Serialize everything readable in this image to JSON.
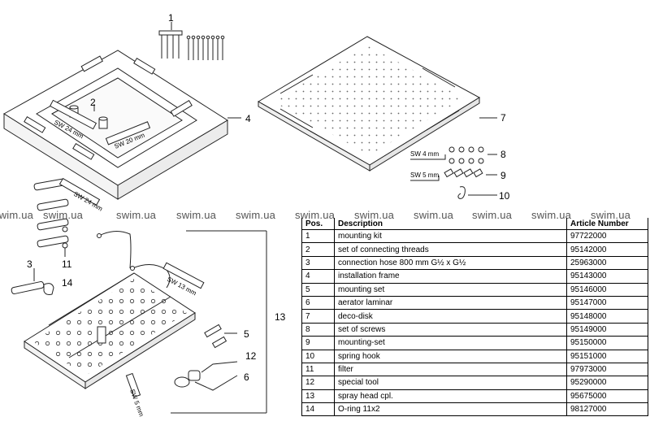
{
  "callouts": {
    "c1": "1",
    "c2": "2",
    "c3": "3",
    "c4": "4",
    "c5": "5",
    "c6": "6",
    "c7": "7",
    "c8": "8",
    "c9": "9",
    "c10": "10",
    "c11": "11",
    "c12": "12",
    "c13": "13",
    "c14": "14"
  },
  "wrench_labels": {
    "sw24_frame": "SW 24 mm",
    "sw20_frame": "SW 20 mm",
    "sw4": "SW 4 mm",
    "sw5_screws": "SW 5 mm",
    "sw24_hoses": "SW 24 mm",
    "sw13": "SW 13 mm",
    "sw5_head": "SW 5 mm"
  },
  "watermarks": [
    "swim.ua",
    "swim.ua",
    "swim.ua",
    "swim.ua",
    "swim.ua",
    "swim.ua",
    "swim.ua",
    "swim.ua",
    "swim.ua",
    "swim.ua",
    "swim.ua"
  ],
  "table": {
    "headers": [
      "Pos.",
      "Description",
      "Article Number"
    ],
    "rows": [
      [
        "1",
        "mounting kit",
        "97722000"
      ],
      [
        "2",
        "set of connecting threads",
        "95142000"
      ],
      [
        "3",
        "connection hose 800 mm  G½ x G½",
        "25963000"
      ],
      [
        "4",
        "installation frame",
        "95143000"
      ],
      [
        "5",
        "mounting set",
        "95146000"
      ],
      [
        "6",
        "aerator laminar",
        "95147000"
      ],
      [
        "7",
        "deco-disk",
        "95148000"
      ],
      [
        "8",
        "set of screws",
        "95149000"
      ],
      [
        "9",
        "mounting-set",
        "95150000"
      ],
      [
        "10",
        "spring hook",
        "95151000"
      ],
      [
        "11",
        "filter",
        "97973000"
      ],
      [
        "12",
        "special tool",
        "95290000"
      ],
      [
        "13",
        "spray head cpl.",
        "95675000"
      ],
      [
        "14",
        "O-ring 11x2",
        "98127000"
      ]
    ]
  }
}
